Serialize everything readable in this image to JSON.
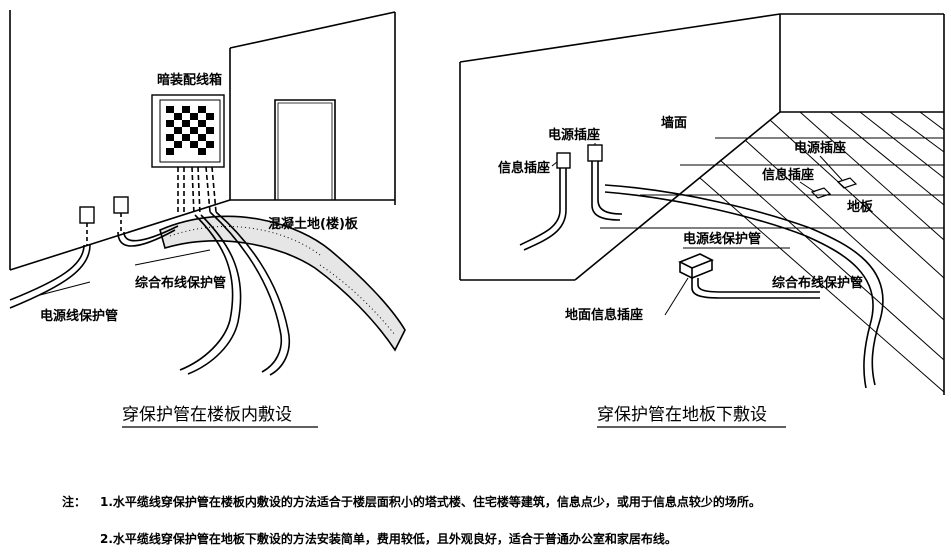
{
  "left_figure": {
    "labels": {
      "panel_box": "暗装配线箱",
      "concrete_floor": "混凝土地(楼)板",
      "integrated_cable_pipe": "综合布线保护管",
      "power_cable_pipe": "电源线保护管"
    },
    "caption": "穿保护管在楼板内敷设"
  },
  "right_figure": {
    "labels": {
      "wall": "墙面",
      "power_socket_wall": "电源插座",
      "info_socket_wall": "信息插座",
      "power_socket_floor": "电源插座",
      "info_socket_floor": "信息插座",
      "floor": "地板",
      "power_cable_pipe": "电源线保护管",
      "integrated_cable_pipe": "综合布线保护管",
      "floor_info_socket": "地面信息插座"
    },
    "caption": "穿保护管在地板下敷设"
  },
  "notes": {
    "prefix": "注：",
    "items": [
      "1.水平缆线穿保护管在楼板内敷设的方法适合于楼层面积小的塔式楼、住宅楼等建筑，信息点少，或用于信息点较少的场所。",
      "2.水平缆线穿保护管在地板下敷设的方法安装简单，费用较低，且外观良好，适合于普通办公室和家居布线。"
    ]
  }
}
